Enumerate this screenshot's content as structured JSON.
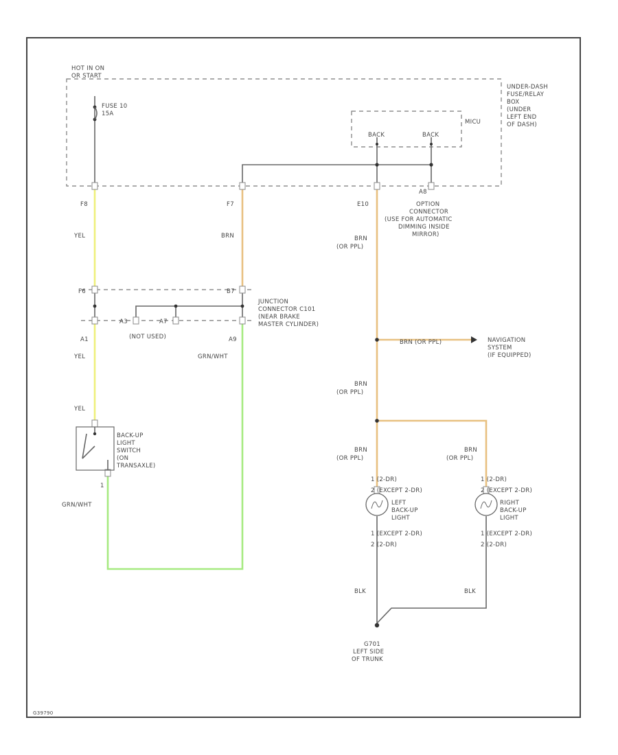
{
  "labels": {
    "hot_in_on": "HOT IN ON",
    "or_start": "OR START",
    "fuse": "FUSE 10",
    "fuse_amp": "15A",
    "underdash_box": [
      "UNDER-DASH",
      "FUSE/RELAY",
      "BOX",
      "(UNDER",
      "LEFT END",
      "OF DASH)"
    ],
    "micu": "MICU",
    "back_1": "BACK",
    "back_2": "BACK",
    "pin_f8": "F8",
    "pin_f7": "F7",
    "pin_e10": "E10",
    "pin_a8": "A8",
    "pin_f6": "F6",
    "pin_b7": "B7",
    "pin_a1": "A1",
    "pin_a3": "A3",
    "pin_a7": "A7",
    "pin_a9": "A9",
    "yel_1": "YEL",
    "yel_2": "YEL",
    "yel_3": "YEL",
    "brn_1": "BRN",
    "brn_2": "BRN",
    "brn_2b": "(OR PPL)",
    "option_connector": [
      "OPTION",
      "CONNECTOR",
      "(USE FOR AUTOMATIC",
      "DIMMING INSIDE",
      "MIRROR)"
    ],
    "junction_connector": [
      "JUNCTION",
      "CONNECTOR C101",
      "(NEAR BRAKE",
      "MASTER CYLINDER)"
    ],
    "not_used": "(NOT USED)",
    "grn_wht_1": "GRN/WHT",
    "grn_wht_2": "GRN/WHT",
    "brn_nav": "BRN (OR PPL)",
    "navigation": [
      "NAVIGATION",
      "SYSTEM",
      "(IF EQUIPPED)"
    ],
    "brn_3": "BRN",
    "brn_3b": "(OR PPL)",
    "backup_switch": [
      "BACK-UP",
      "LIGHT",
      "SWITCH",
      "(ON",
      "TRANSAXLE)"
    ],
    "switch_pin": "1",
    "brn_4": "BRN",
    "brn_4b": "(OR PPL)",
    "brn_5": "BRN",
    "brn_5b": "(OR PPL)",
    "left_pin_top": "1 (2-DR)",
    "left_pin_top2": "2 (EXCEPT 2-DR)",
    "left_light": [
      "LEFT",
      "BACK-UP",
      "LIGHT"
    ],
    "left_pin_bot": "1 (EXCEPT 2-DR)",
    "left_pin_bot2": "2 (2-DR)",
    "right_pin_top": "1 (2-DR)",
    "right_pin_top2": "2 (EXCEPT 2-DR)",
    "right_light": [
      "RIGHT",
      "BACK-UP",
      "LIGHT"
    ],
    "right_pin_bot": "1 (EXCEPT 2-DR)",
    "right_pin_bot2": "2 (2-DR)",
    "blk_1": "BLK",
    "blk_2": "BLK",
    "ground": [
      "G701",
      "LEFT SIDE",
      "OF TRUNK"
    ],
    "fig_id": "G39790"
  }
}
